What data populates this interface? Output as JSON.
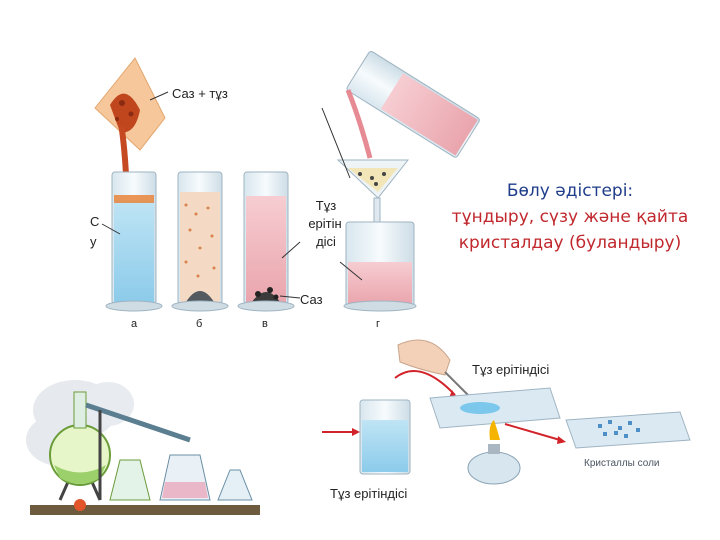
{
  "labels": {
    "clay_salt": "Саз + тұз",
    "water_1": "С",
    "water_2": "у",
    "salt_sol_1": "Тұз",
    "salt_sol_2": "ерітін",
    "salt_sol_3": "дісі",
    "clay": "Саз",
    "tube_a": "а",
    "tube_b": "б",
    "tube_v": "в",
    "tube_g": "г",
    "salt_solution_top": "Тұз ерітіндісі",
    "salt_solution_bottom": "Тұз ерітіндісі",
    "salt_crystals": "Кристаллы соли"
  },
  "title": {
    "heading": "Бөлу әдістері:",
    "line1": "тұндыру, сүзу және қайта",
    "line2": "кристалдау (буландыру)"
  },
  "colors": {
    "heading": "#1f3d8a",
    "methods": "#c0282d",
    "water": "#9fd3ee",
    "salt_solution": "#f2b8be",
    "clay_salt": "#c9461f"
  }
}
